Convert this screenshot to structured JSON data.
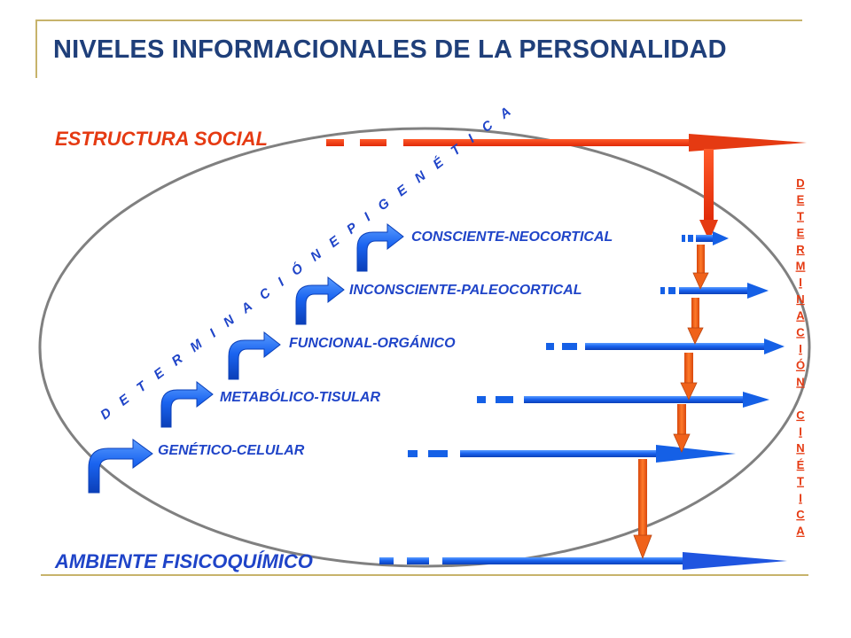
{
  "title": "NIVELES INFORMACIONALES DE LA PERSONALIDAD",
  "top_label": "ESTRUCTURA SOCIAL",
  "bottom_label": "AMBIENTE FISICOQUÍMICO",
  "diagonal_label": "D E T E R M I N A C I Ó N  E P I G E N É T I C A",
  "vertical_label": [
    "D",
    "E",
    "T",
    "E",
    "R",
    "M",
    "I",
    "N",
    "A",
    "C",
    "I",
    "Ó",
    "N",
    "",
    "C",
    "I",
    "N",
    "É",
    "T",
    "I",
    "C",
    "A"
  ],
  "levels": [
    {
      "label": "CONSCIENTE-NEOCORTICAL"
    },
    {
      "label": "INCONSCIENTE-PALEOCORTICAL"
    },
    {
      "label": "FUNCIONAL-ORGÁNICO"
    },
    {
      "label": "METABÓLICO-TISULAR"
    },
    {
      "label": "GENÉTICO-CELULAR"
    }
  ],
  "colors": {
    "title": "#1f3f7a",
    "social": "#e53a12",
    "physical": "#1f44c8",
    "arrow_blue": "#1560e6",
    "arrow_orange": "#f0621a",
    "ellipse": "#808080"
  }
}
